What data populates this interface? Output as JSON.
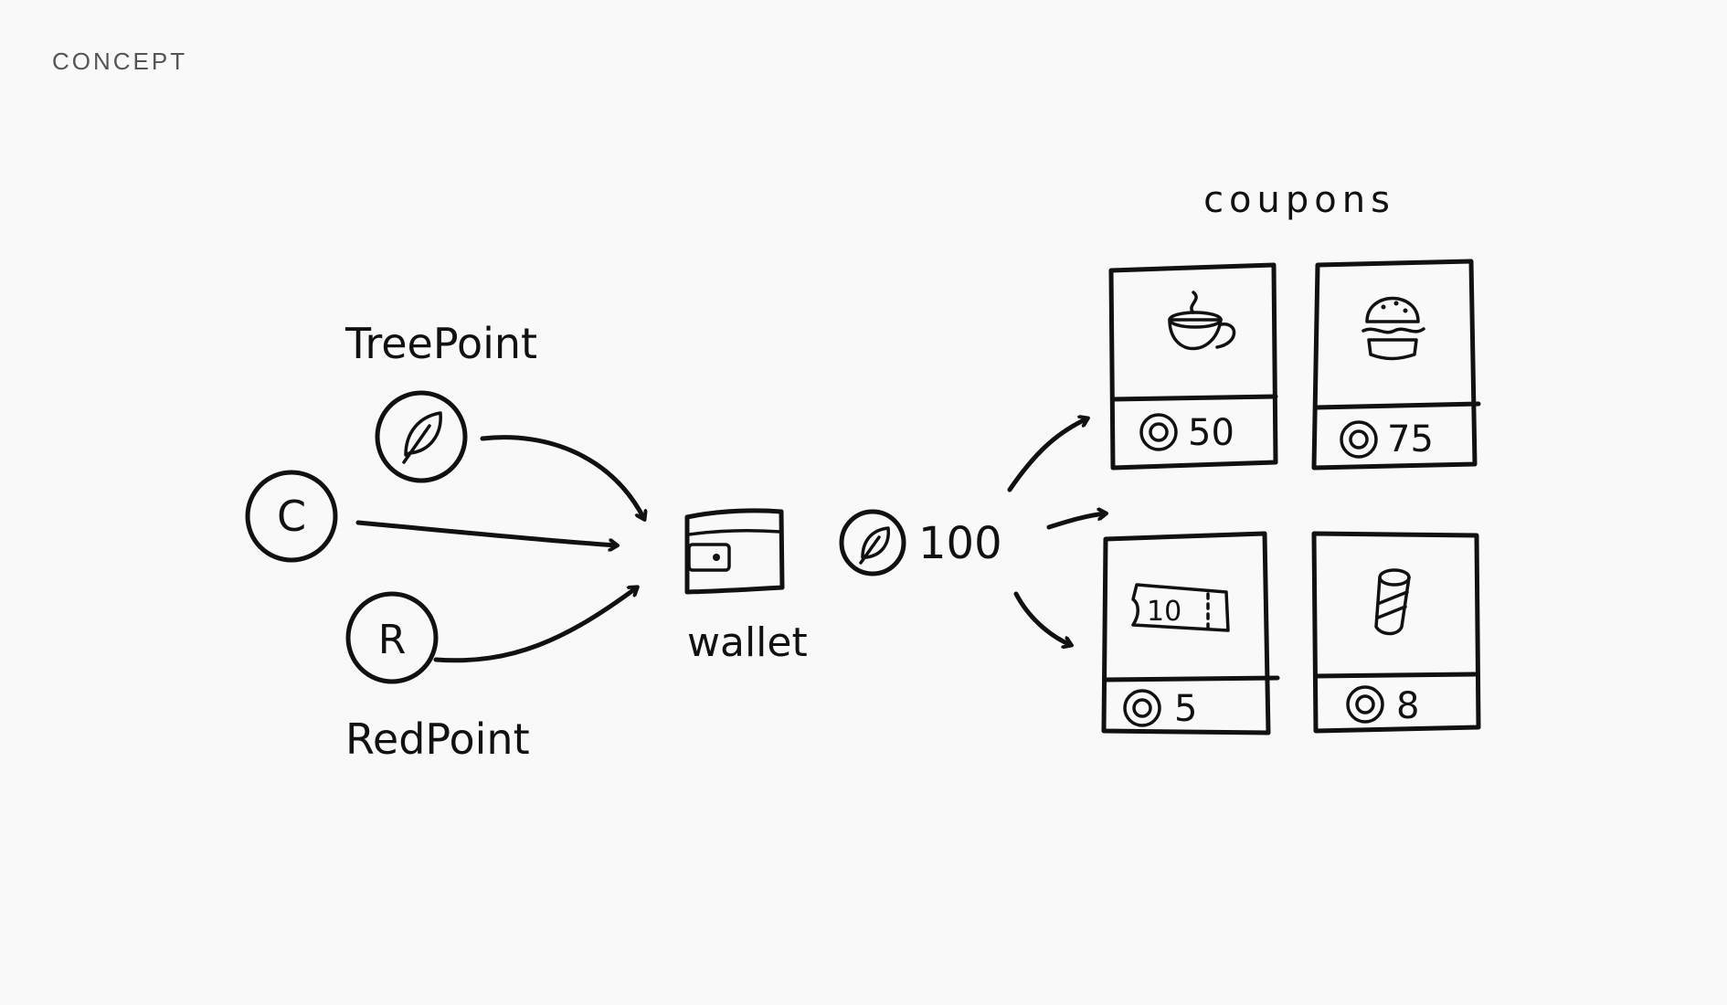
{
  "header": {
    "section_label": "CONCEPT"
  },
  "sources": {
    "treepoint": {
      "label": "TreePoint",
      "icon": "leaf-icon"
    },
    "c": {
      "letter": "C"
    },
    "redpoint": {
      "label": "RedPoint",
      "letter": "R"
    }
  },
  "wallet": {
    "label": "wallet",
    "icon": "wallet-icon"
  },
  "balance": {
    "value": "100",
    "icon": "leaf-coin-icon"
  },
  "coupons": {
    "title": "coupons",
    "items": [
      {
        "icon": "coffee-cup-icon",
        "price": "50"
      },
      {
        "icon": "burger-icon",
        "price": "75"
      },
      {
        "icon": "ticket-icon",
        "ticket_text": "10",
        "price": "5"
      },
      {
        "icon": "drink-can-icon",
        "price": "8"
      }
    ]
  },
  "colors": {
    "ink": "#111111",
    "background": "#f9f9f9",
    "label": "#555555"
  }
}
